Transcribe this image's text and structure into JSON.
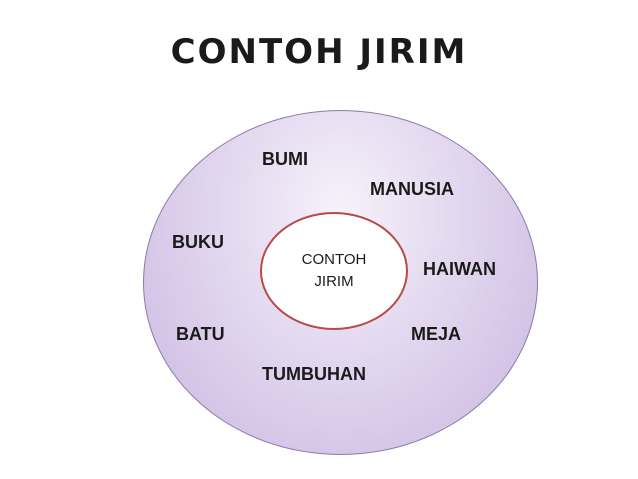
{
  "title": "CONTOH JIRIM",
  "center": {
    "line1": "CONTOH",
    "line2": "JIRIM"
  },
  "items": {
    "bumi": "BUMI",
    "manusia": "MANUSIA",
    "buku": "BUKU",
    "haiwan": "HAIWAN",
    "batu": "BATU",
    "meja": "MEJA",
    "tumbuhan": "TUMBUHAN"
  },
  "colors": {
    "outer_fill": "#d9cbe9",
    "outer_border": "#8c7aa9",
    "inner_border": "#b84a4a",
    "text": "#1a1a1a"
  }
}
